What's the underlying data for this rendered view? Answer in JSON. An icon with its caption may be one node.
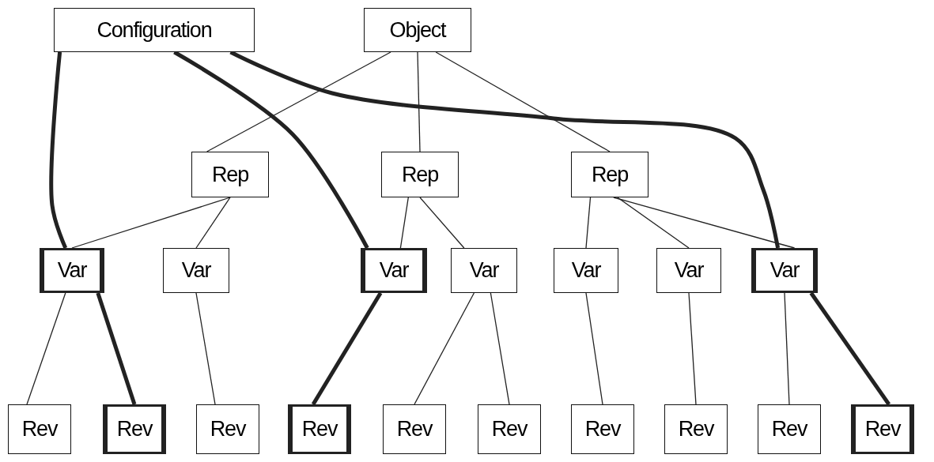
{
  "diagram": {
    "nodes": [
      {
        "text": [
          "Configuration"
        ]
      },
      {
        "text": [
          "Object"
        ]
      },
      {
        "text": [
          "Rep"
        ]
      },
      {
        "text": [
          "Rep"
        ]
      },
      {
        "text": [
          "Rep"
        ]
      },
      {
        "text": [
          "Var"
        ]
      },
      {
        "text": [
          "Var"
        ]
      },
      {
        "text": [
          "Var"
        ]
      },
      {
        "text": [
          "Var"
        ]
      },
      {
        "text": [
          "Var"
        ]
      },
      {
        "text": [
          "Var"
        ]
      },
      {
        "text": [
          "Var"
        ]
      },
      {
        "text": [
          "Rev"
        ]
      },
      {
        "text": [
          "Rev"
        ]
      },
      {
        "text": [
          "Rev"
        ]
      },
      {
        "text": [
          "Rev"
        ]
      },
      {
        "text": [
          "Rev"
        ]
      },
      {
        "text": [
          "Rev"
        ]
      },
      {
        "text": [
          "Rev"
        ]
      },
      {
        "text": [
          "Rev"
        ]
      },
      {
        "text": [
          "Rev"
        ]
      },
      {
        "text": [
          "Rev"
        ]
      }
    ],
    "edges": [
      {
        "from": 1,
        "to": 2,
        "arrow": "none"
      },
      {
        "from": 1,
        "to": 3,
        "arrow": "none"
      },
      {
        "from": 1,
        "to": 4,
        "arrow": "none"
      },
      {
        "from": 2,
        "to": 5,
        "arrow": "none"
      },
      {
        "from": 2,
        "to": 6,
        "arrow": "none"
      },
      {
        "from": 3,
        "to": 7,
        "arrow": "none"
      },
      {
        "from": 3,
        "to": 8,
        "arrow": "none"
      },
      {
        "from": 4,
        "to": 9,
        "arrow": "none"
      },
      {
        "from": 4,
        "to": 10,
        "arrow": "none"
      },
      {
        "from": 4,
        "to": 11,
        "arrow": "none"
      },
      {
        "from": 5,
        "to": 12,
        "arrow": "none"
      },
      {
        "from": 5,
        "to": 13,
        "arrow": "none",
        "style": "thick"
      },
      {
        "from": 6,
        "to": 14,
        "arrow": "none"
      },
      {
        "from": 7,
        "to": 15,
        "arrow": "none",
        "style": "thick"
      },
      {
        "from": 8,
        "to": 16,
        "arrow": "none"
      },
      {
        "from": 8,
        "to": 17,
        "arrow": "none"
      },
      {
        "from": 9,
        "to": 18,
        "arrow": "none"
      },
      {
        "from": 10,
        "to": 19,
        "arrow": "none"
      },
      {
        "from": 11,
        "to": 20,
        "arrow": "none"
      },
      {
        "from": 11,
        "to": 21,
        "arrow": "none",
        "style": "thick"
      },
      {
        "from": 0,
        "to": 5,
        "arrow": "none",
        "style": "thick"
      },
      {
        "from": 0,
        "to": 7,
        "arrow": "none",
        "style": "thick"
      },
      {
        "from": 0,
        "to": 11,
        "arrow": "none",
        "style": "thick"
      }
    ]
  }
}
